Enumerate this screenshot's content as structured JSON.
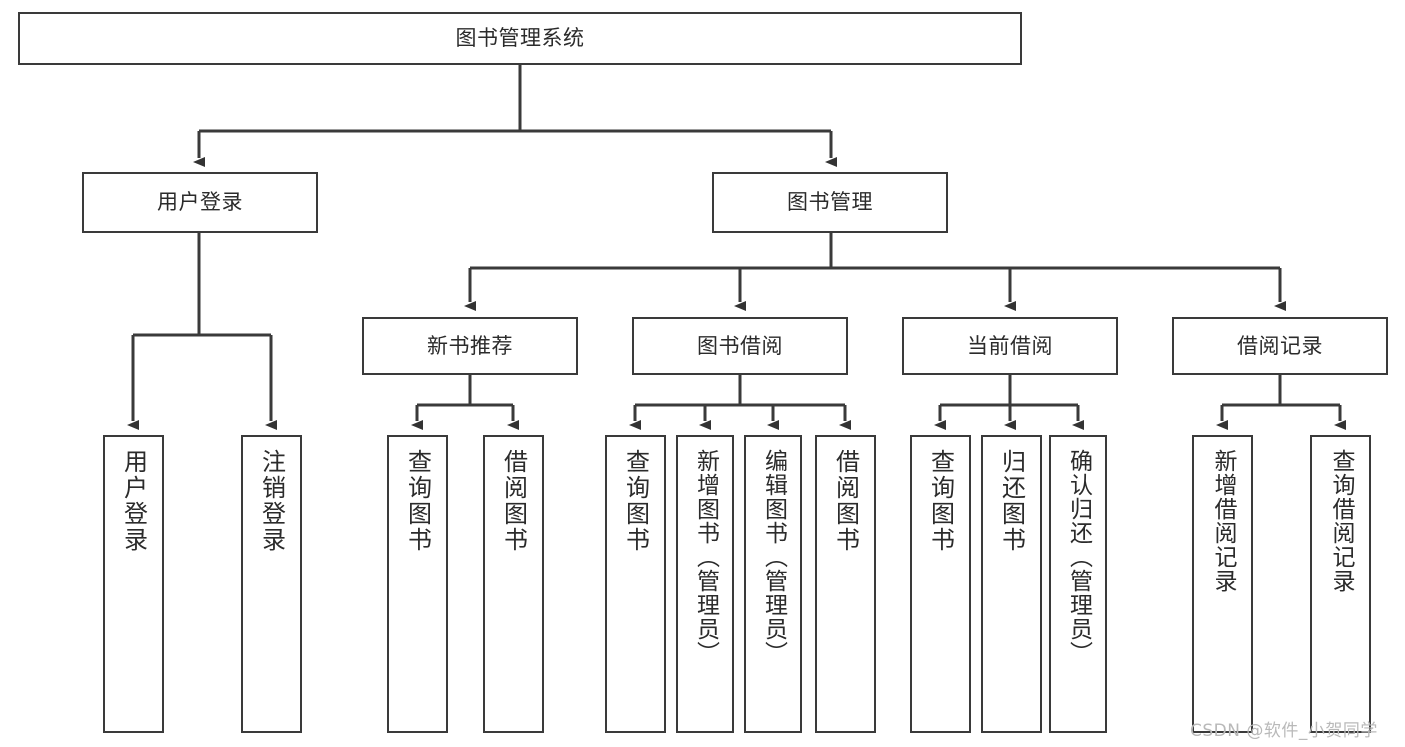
{
  "diagram": {
    "title": "图书管理系统",
    "type": "tree-hierarchy-diagram",
    "colors": {
      "box_border": "#3a3a3a",
      "box_fill": "#ffffff",
      "edge": "#3a3a3a",
      "text": "#2b2b2b",
      "watermark": "#b9b9b9",
      "background": "#ffffff"
    },
    "nodes": {
      "root": {
        "label": "图书管理系统"
      },
      "level2": [
        {
          "label": "用户登录"
        },
        {
          "label": "图书管理"
        }
      ],
      "level3": [
        {
          "label": "新书推荐"
        },
        {
          "label": "图书借阅"
        },
        {
          "label": "当前借阅"
        },
        {
          "label": "借阅记录"
        }
      ],
      "leaves": {
        "user_login": [
          {
            "label": "用户登录"
          },
          {
            "label": "注销登录"
          }
        ],
        "new_book_recommend": [
          {
            "label": "查询图书"
          },
          {
            "label": "借阅图书"
          }
        ],
        "book_borrow": [
          {
            "label": "查询图书"
          },
          {
            "label": "新增图书（管理员）"
          },
          {
            "label": "编辑图书（管理员）"
          },
          {
            "label": "借阅图书"
          }
        ],
        "current_borrow": [
          {
            "label": "查询图书"
          },
          {
            "label": "归还图书"
          },
          {
            "label": "确认归还（管理员）"
          }
        ],
        "borrow_record": [
          {
            "label": "新增借阅记录"
          },
          {
            "label": "查询借阅记录"
          }
        ]
      }
    },
    "watermark": "CSDN @软件_小贺同学"
  }
}
